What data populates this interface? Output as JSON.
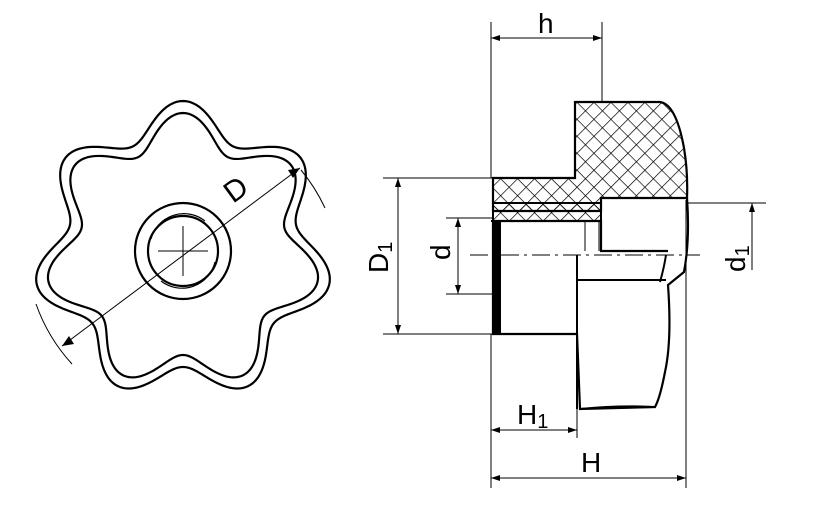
{
  "labels": {
    "D": "D",
    "h": "h",
    "D1_main": "D",
    "D1_sub": "1",
    "d": "d",
    "d1_main": "d",
    "d1_sub": "1",
    "H1_main": "H",
    "H1_sub": "1",
    "H": "H"
  },
  "colors": {
    "line": "#000000",
    "background": "#ffffff"
  }
}
